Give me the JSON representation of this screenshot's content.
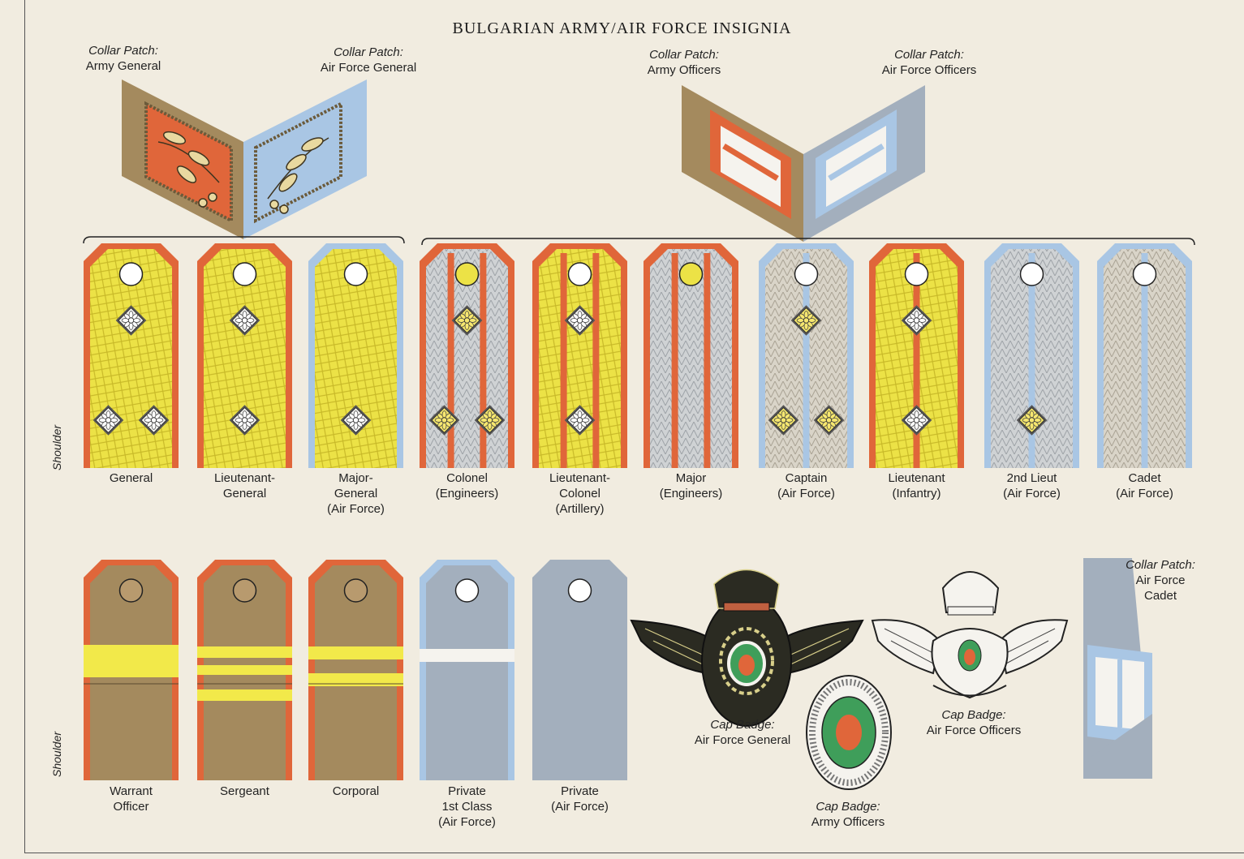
{
  "title": "BULGARIAN ARMY/AIR FORCE INSIGNIA",
  "side_labels": {
    "shoulder_top": "Shoulder",
    "shoulder_bottom": "Shoulder"
  },
  "collar_patches": [
    {
      "kind": "Collar Patch:",
      "name": "Army General"
    },
    {
      "kind": "Collar Patch:",
      "name": "Air Force General"
    },
    {
      "kind": "Collar Patch:",
      "name": "Army Officers"
    },
    {
      "kind": "Collar Patch:",
      "name": "Air Force Officers"
    }
  ],
  "cadet_patch": {
    "kind": "Collar Patch:",
    "line1": "Air Force",
    "line2": "Cadet"
  },
  "officer_boards": [
    {
      "line1": "General",
      "line2": "",
      "line3": ""
    },
    {
      "line1": "Lieutenant-",
      "line2": "General",
      "line3": ""
    },
    {
      "line1": "Major-",
      "line2": "General",
      "line3": "(Air Force)"
    },
    {
      "line1": "Colonel",
      "line2": "(Engineers)",
      "line3": ""
    },
    {
      "line1": "Lieutenant-",
      "line2": "Colonel",
      "line3": "(Artillery)"
    },
    {
      "line1": "Major",
      "line2": "(Engineers)",
      "line3": ""
    },
    {
      "line1": "Captain",
      "line2": "(Air Force)",
      "line3": ""
    },
    {
      "line1": "Lieutenant",
      "line2": "(Infantry)",
      "line3": ""
    },
    {
      "line1": "2nd Lieut",
      "line2": "(Air Force)",
      "line3": ""
    },
    {
      "line1": "Cadet",
      "line2": "(Air Force)",
      "line3": ""
    }
  ],
  "enlisted_boards": [
    {
      "line1": "Warrant",
      "line2": "Officer",
      "line3": ""
    },
    {
      "line1": "Sergeant",
      "line2": "",
      "line3": ""
    },
    {
      "line1": "Corporal",
      "line2": "",
      "line3": ""
    },
    {
      "line1": "Private",
      "line2": "1st Class",
      "line3": "(Air Force)"
    },
    {
      "line1": "Private",
      "line2": "(Air Force)",
      "line3": ""
    }
  ],
  "cap_badges": [
    {
      "kind": "Cap Badge:",
      "name": "Air Force General"
    },
    {
      "kind": "Cap Badge:",
      "name": "Army Officers"
    },
    {
      "kind": "Cap Badge:",
      "name": "Air Force Officers"
    }
  ],
  "colors": {
    "background": "#f1ece0",
    "khaki": "#a48a5e",
    "orange_red": "#e0663a",
    "gold": "#ece246",
    "sky_blue": "#a9c6e4",
    "silver": "#c8ccd0",
    "grey_blue": "#a3afbd",
    "green": "#3f9e5a"
  }
}
